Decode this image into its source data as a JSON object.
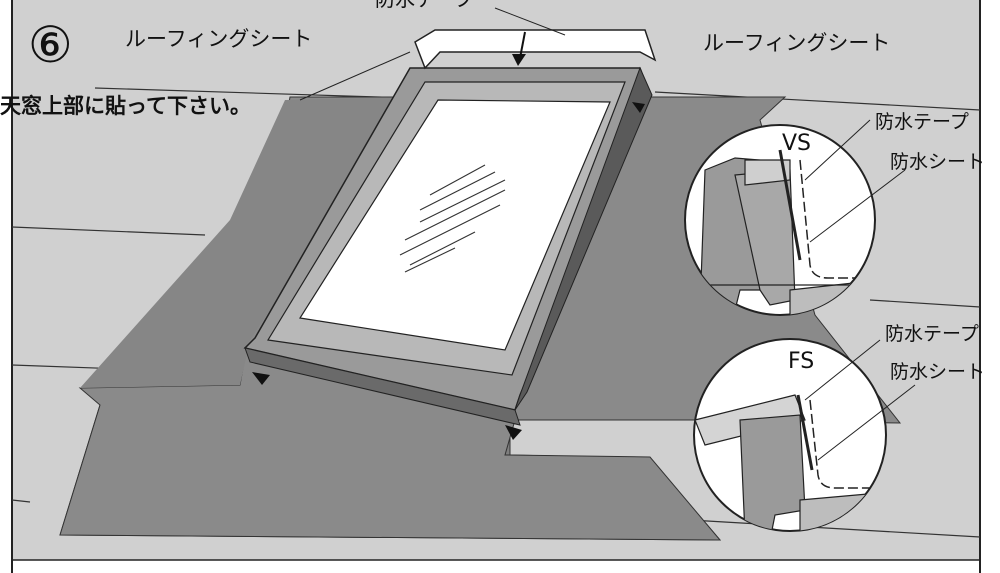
{
  "step_number": "⑥",
  "labels": {
    "tape_top": "防水テープ",
    "roofing_left": "ルーフィングシート",
    "roofing_right": "ルーフィングシート",
    "apply_note": "天窓上部に貼って下さい。",
    "vs_model": "VS",
    "vs_tape": "防水テープ",
    "vs_sheet": "防水シート",
    "fs_model": "FS",
    "fs_tape": "防水テープ",
    "fs_sheet": "防水シート"
  }
}
